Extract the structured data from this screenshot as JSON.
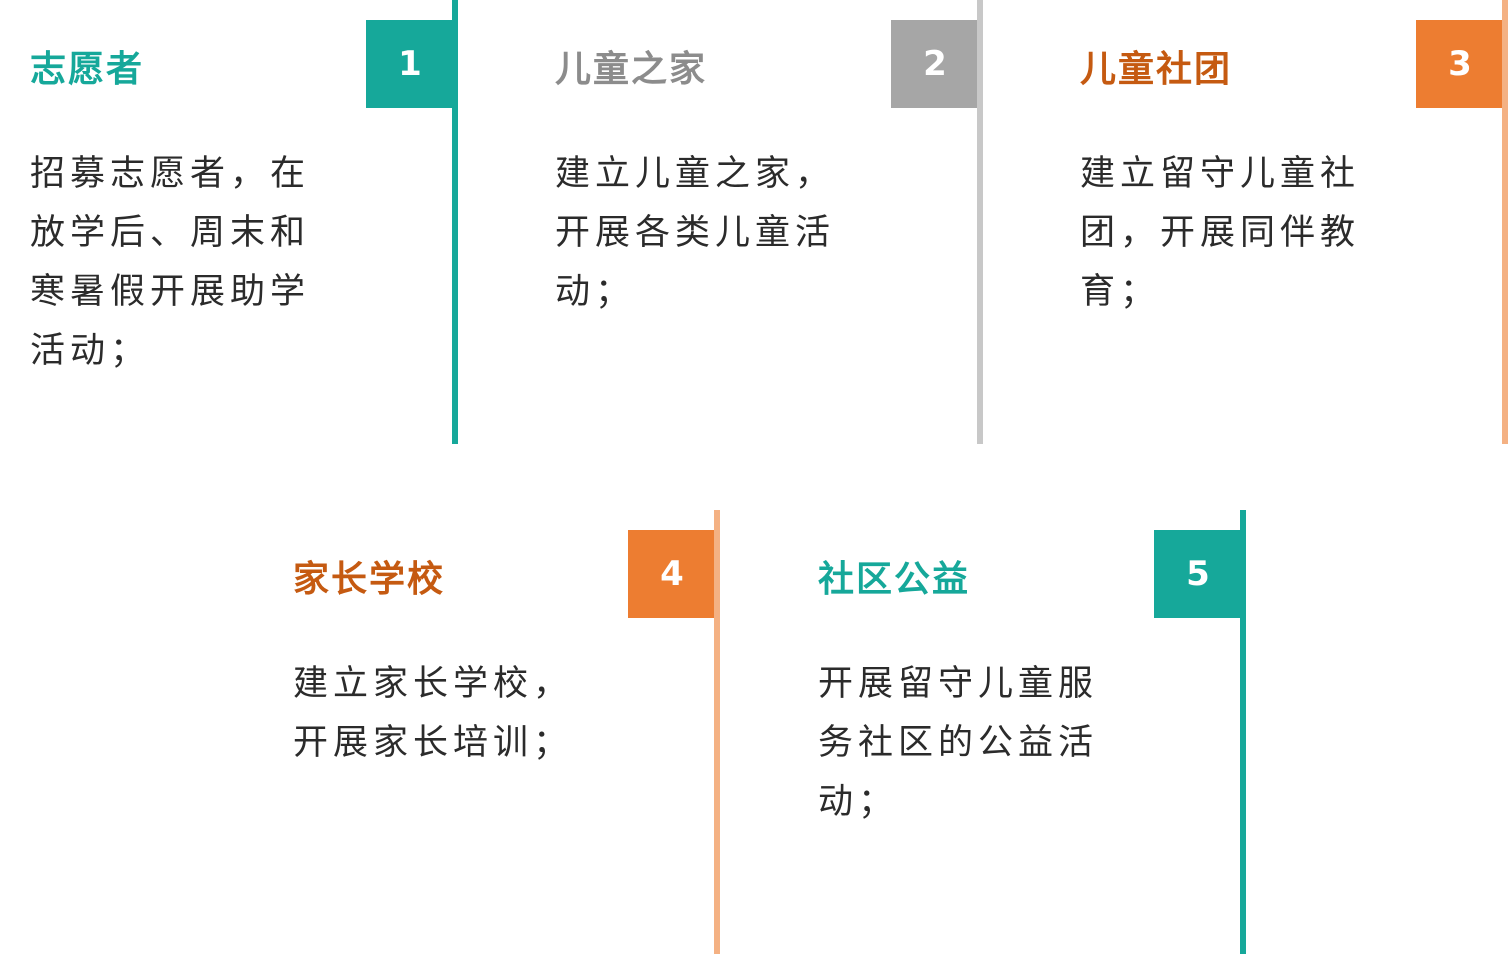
{
  "colors": {
    "teal": "#16a89a",
    "gray": "#a6a6a6",
    "orange": "#ed7d31",
    "light_gray_line": "#c8c8c8",
    "peach_line": "#f4b183",
    "orange_title": "#c55a11"
  },
  "items": [
    {
      "number": "1",
      "title": "志愿者",
      "description": "招募志愿者，在放学后、周末和寒暑假开展助学活动；",
      "title_color": "#16a89a",
      "badge_color": "#16a89a",
      "line_color": "#16a89a"
    },
    {
      "number": "2",
      "title": "儿童之家",
      "description": "建立儿童之家，开展各类儿童活动；",
      "title_color": "#8c8c8c",
      "badge_color": "#a6a6a6",
      "line_color": "#c8c8c8"
    },
    {
      "number": "3",
      "title": "儿童社团",
      "description": "建立留守儿童社团，开展同伴教育；",
      "title_color": "#c55a11",
      "badge_color": "#ed7d31",
      "line_color": "#f4b183"
    },
    {
      "number": "4",
      "title": "家长学校",
      "description": "建立家长学校，开展家长培训；",
      "title_color": "#c55a11",
      "badge_color": "#ed7d31",
      "line_color": "#f4b183"
    },
    {
      "number": "5",
      "title": "社区公益",
      "description": "开展留守儿童服务社区的公益活动；",
      "title_color": "#16a89a",
      "badge_color": "#16a89a",
      "line_color": "#16a89a"
    }
  ]
}
